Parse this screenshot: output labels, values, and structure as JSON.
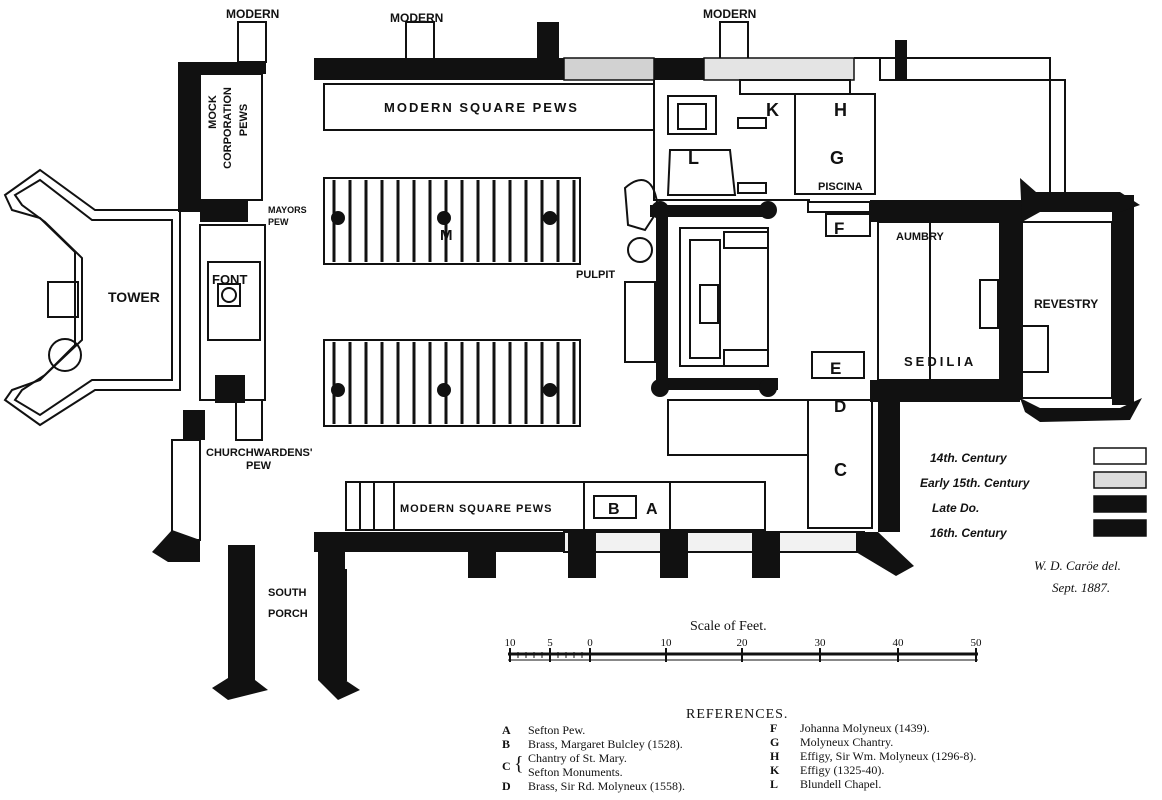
{
  "labels": {
    "modern_1": "MODERN",
    "modern_2": "MODERN",
    "modern_3": "MODERN",
    "modern_pews_top": "MODERN SQUARE PEWS",
    "modern_pews_bottom": "MODERN SQUARE PEWS",
    "mock_1": "MOCK",
    "mock_2": "CORPORATION",
    "mock_3": "PEWS",
    "mayors_1": "MAYORS",
    "mayors_2": "PEW",
    "tower": "TOWER",
    "font": "FONT",
    "pulpit": "PULPIT",
    "piscina": "PISCINA",
    "aumbry": "AUMBRY",
    "revestry": "REVESTRY",
    "sedilia": "SEDILIA",
    "churchwardens_1": "CHURCHWARDENS'",
    "churchwardens_2": "PEW",
    "south_1": "SOUTH",
    "south_2": "PORCH",
    "m": "M",
    "l": "L",
    "k": "K",
    "h": "H",
    "g": "G",
    "f": "F",
    "e": "E",
    "d": "D",
    "c": "C",
    "b": "B",
    "a": "A"
  },
  "legend": [
    {
      "label": "14th. Century",
      "fill": "#ffffff"
    },
    {
      "label": "Early  15th. Century",
      "fill": "#dcdcdc"
    },
    {
      "label": "Late          Do.",
      "fill": "#111111"
    },
    {
      "label": "16th. Century",
      "fill": "#111111"
    }
  ],
  "credit": {
    "line1": "W. D. Caröe del.",
    "line2": "Sept. 1887."
  },
  "scale": {
    "title": "Scale of Feet.",
    "ticks": [
      "10",
      "5",
      "0",
      "10",
      "20",
      "30",
      "40",
      "50"
    ]
  },
  "references": {
    "title": "REFERENCES.",
    "left": [
      {
        "key": "A",
        "text": "Sefton Pew."
      },
      {
        "key": "B",
        "text": "Brass, Margaret Bulcley (1528)."
      },
      {
        "key": "C",
        "text": "Chantry of St. Mary."
      },
      {
        "key": "",
        "text": "Sefton Monuments."
      },
      {
        "key": "D",
        "text": "Brass, Sir Rd. Molyneux (1558)."
      }
    ],
    "right": [
      {
        "key": "F",
        "text": "Johanna Molyneux (1439)."
      },
      {
        "key": "G",
        "text": "Molyneux Chantry."
      },
      {
        "key": "H",
        "text": "Effigy, Sir Wm. Molyneux (1296-8)."
      },
      {
        "key": "K",
        "text": "Effigy (1325-40)."
      },
      {
        "key": "L",
        "text": "Blundell Chapel."
      }
    ]
  }
}
